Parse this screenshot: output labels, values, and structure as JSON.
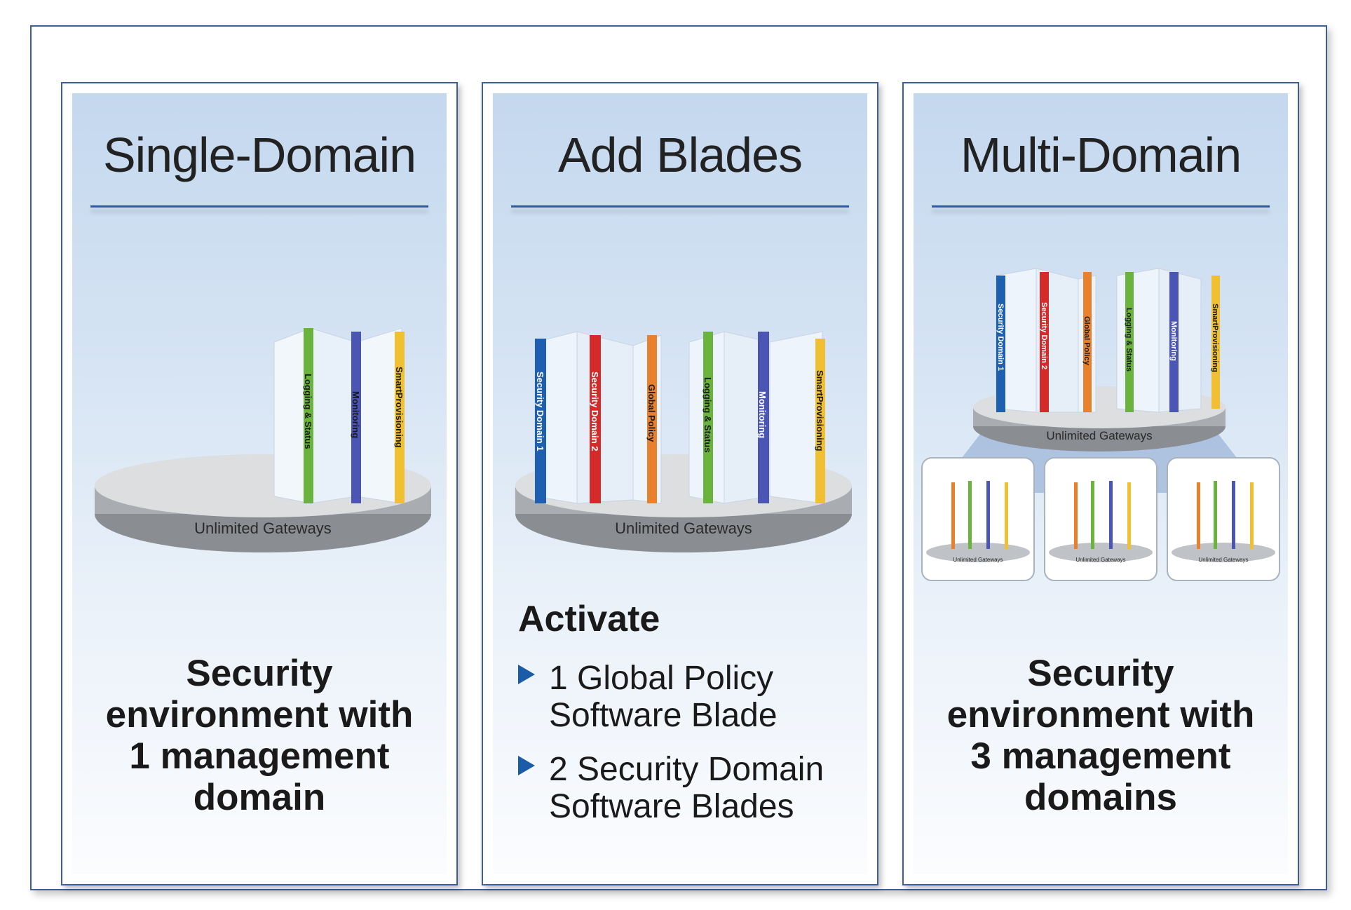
{
  "panels": [
    {
      "title": "Single-Domain",
      "platform_label": "Unlimited Gateways",
      "blades": [
        "Logging & Status",
        "Monitoring",
        "SmartProvisioning"
      ],
      "description_lines": [
        "Security",
        "environment with",
        "1 management",
        "domain"
      ]
    },
    {
      "title": "Add Blades",
      "platform_label": "Unlimited Gateways",
      "blades": [
        "Security Domain 1",
        "Security Domain 2",
        "Global Policy",
        "Logging & Status",
        "Monitoring",
        "SmartProvisioning"
      ],
      "activate_heading": "Activate",
      "bullets": [
        {
          "lines": [
            "1 Global Policy",
            "Software Blade"
          ]
        },
        {
          "lines": [
            "2 Security Domain",
            "Software Blades"
          ]
        }
      ]
    },
    {
      "title": "Multi-Domain",
      "platform_label": "Unlimited Gateways",
      "blades": [
        "Security Domain 1",
        "Security Domain 2",
        "Global Policy",
        "Logging & Status",
        "Monitoring",
        "SmartProvisioning"
      ],
      "domain_tiles": [
        {
          "label": "Unlimited Gateways"
        },
        {
          "label": "Unlimited Gateways"
        },
        {
          "label": "Unlimited Gateways"
        }
      ],
      "description_lines": [
        "Security",
        "environment with",
        "3 management",
        "domains"
      ]
    }
  ],
  "colors": {
    "border_blue": "#3c5ea0",
    "security_domain_1": "#1f5fb0",
    "security_domain_2": "#d42a2a",
    "global_policy": "#e8802e",
    "logging_status": "#6ab33c",
    "monitoring": "#4b55b3",
    "smartprovisioning": "#f1c032",
    "bullet_arrow": "#1b5ca8"
  }
}
